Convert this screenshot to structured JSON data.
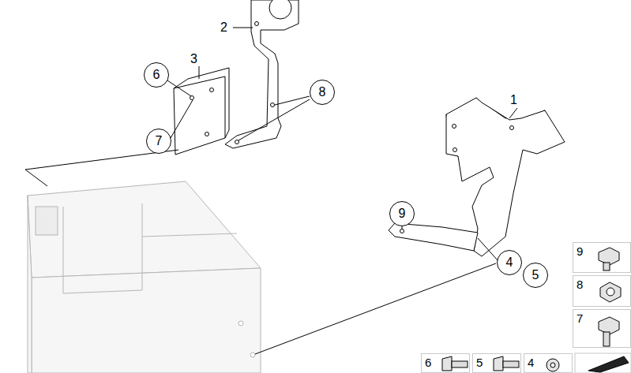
{
  "diagram": {
    "nodes": [
      {
        "text": [
          "6"
        ]
      },
      {
        "text": [
          "8"
        ]
      },
      {
        "text": [
          "7"
        ]
      },
      {
        "text": [
          "9"
        ]
      },
      {
        "text": [
          "4"
        ]
      },
      {
        "text": [
          "5"
        ]
      },
      {
        "text": [
          "9"
        ]
      },
      {
        "text": [
          "8"
        ]
      },
      {
        "text": [
          "7"
        ]
      },
      {
        "text": [
          "6"
        ]
      },
      {
        "text": [
          "5"
        ]
      },
      {
        "text": [
          "4"
        ]
      }
    ],
    "labels": [
      "2",
      "3",
      "1"
    ]
  }
}
